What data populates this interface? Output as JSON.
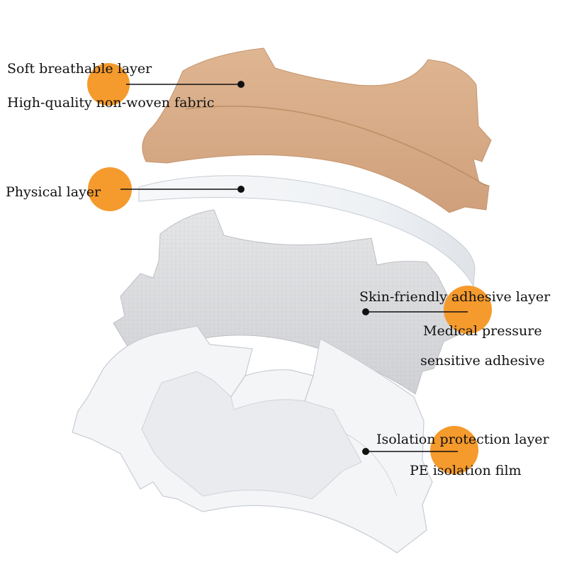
{
  "colors": {
    "background": "#ffffff",
    "accent_dot": "#f59a2c",
    "breathable_layer": "#d8ab86",
    "physical_layer": "#f3f5f7",
    "adhesive_layer": "#dadbdd",
    "isolation_layer": "#f2f3f5",
    "leader_line": "#111111"
  },
  "layers": [
    {
      "id": "breathable",
      "title": "Soft breathable layer",
      "detail": [
        "High-quality non-woven fabric"
      ]
    },
    {
      "id": "physical",
      "title": "Physical layer",
      "detail": []
    },
    {
      "id": "adhesive",
      "title": "Skin-friendly adhesive layer",
      "detail": [
        "Medical pressure",
        "sensitive adhesive"
      ]
    },
    {
      "id": "isolation",
      "title": "Isolation protection layer",
      "detail": [
        "PE isolation film"
      ]
    }
  ]
}
